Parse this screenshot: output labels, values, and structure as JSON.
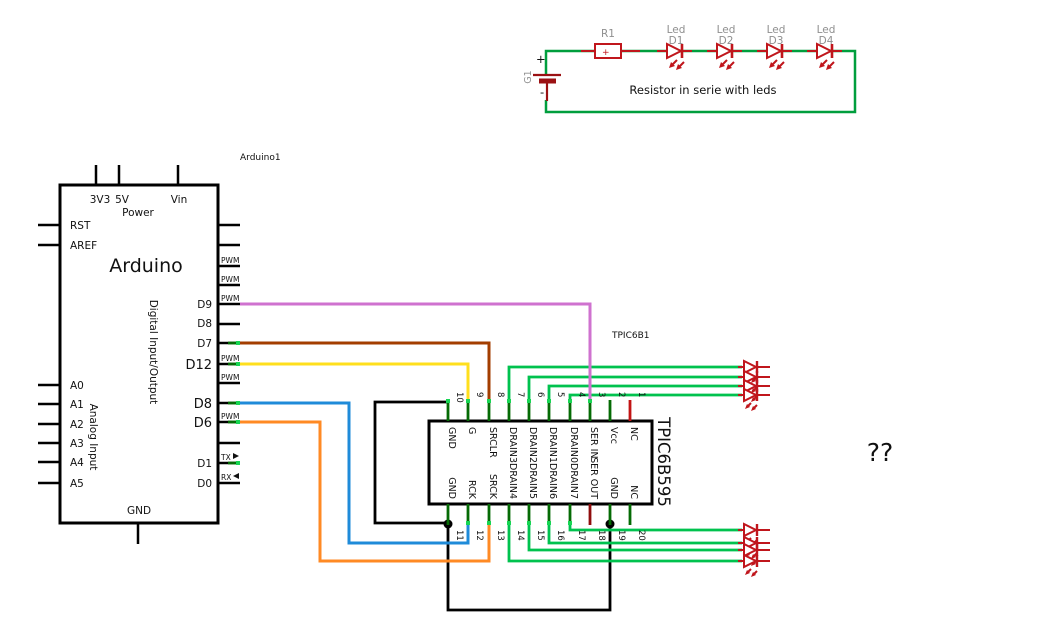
{
  "annotation": "??",
  "colors": {
    "wire_pink": "#cf72cf",
    "wire_brown": "#a33e00",
    "wire_yellow": "#ffdf1d",
    "wire_blue": "#1f8bd9",
    "wire_orange": "#ff8a24",
    "wire_green": "#00c24e",
    "loop_green": "#009e3d",
    "component_red": "#c0161c",
    "stub_green": "#056b05",
    "pin_red": "#c21414",
    "label_gray": "#8f8f8f"
  },
  "series_circuit": {
    "battery": {
      "label": "G1",
      "plus": "+",
      "minus": "-"
    },
    "resistor": {
      "label": "R1",
      "plus": "+"
    },
    "leds": [
      {
        "line1": "Led",
        "line2": "D1"
      },
      {
        "line1": "Led",
        "line2": "D2"
      },
      {
        "line1": "Led",
        "line2": "D3"
      },
      {
        "line1": "Led",
        "line2": "D4"
      }
    ],
    "caption": "Resistor in serie with leds"
  },
  "arduino": {
    "part_label": "Arduino1",
    "title": "Arduino",
    "power_label": "Power",
    "gnd_label": "GND",
    "digital_label": "Digital Input/Output",
    "analog_label": "Analog Input",
    "top_pins": [
      "3V3",
      "5V",
      "Vin"
    ],
    "left_pins": [
      "RST",
      "AREF",
      "A0",
      "A1",
      "A2",
      "A3",
      "A4",
      "A5"
    ],
    "right_pins": [
      "D9",
      "D8",
      "D7",
      "D12",
      "D8",
      "D6",
      "D1",
      "D0"
    ],
    "pwm": "PWM",
    "tx": "TX",
    "rx": "RX"
  },
  "shift_register": {
    "part_label": "TPIC6B1",
    "chip_name": "TPIC6B595",
    "top_pins": [
      {
        "n": "10",
        "label": "GND"
      },
      {
        "n": "9",
        "label": "G"
      },
      {
        "n": "8",
        "label": "SRCLR"
      },
      {
        "n": "7",
        "label": "DRAIN3"
      },
      {
        "n": "6",
        "label": "DRAIN2"
      },
      {
        "n": "5",
        "label": "DRAIN1"
      },
      {
        "n": "4",
        "label": "DRAIN0"
      },
      {
        "n": "3",
        "label": "SER IN"
      },
      {
        "n": "2",
        "label": "Vcc"
      },
      {
        "n": "1",
        "label": "NC"
      }
    ],
    "bottom_pins": [
      {
        "n": "11",
        "label": "GND"
      },
      {
        "n": "12",
        "label": "RCK"
      },
      {
        "n": "13",
        "label": "SRCK"
      },
      {
        "n": "14",
        "label": "DRAIN4"
      },
      {
        "n": "15",
        "label": "DRAIN5"
      },
      {
        "n": "16",
        "label": "DRAIN6"
      },
      {
        "n": "17",
        "label": "DRAIN7"
      },
      {
        "n": "18",
        "label": "SER OUT"
      },
      {
        "n": "19",
        "label": "GND"
      },
      {
        "n": "20",
        "label": "NC"
      }
    ]
  }
}
